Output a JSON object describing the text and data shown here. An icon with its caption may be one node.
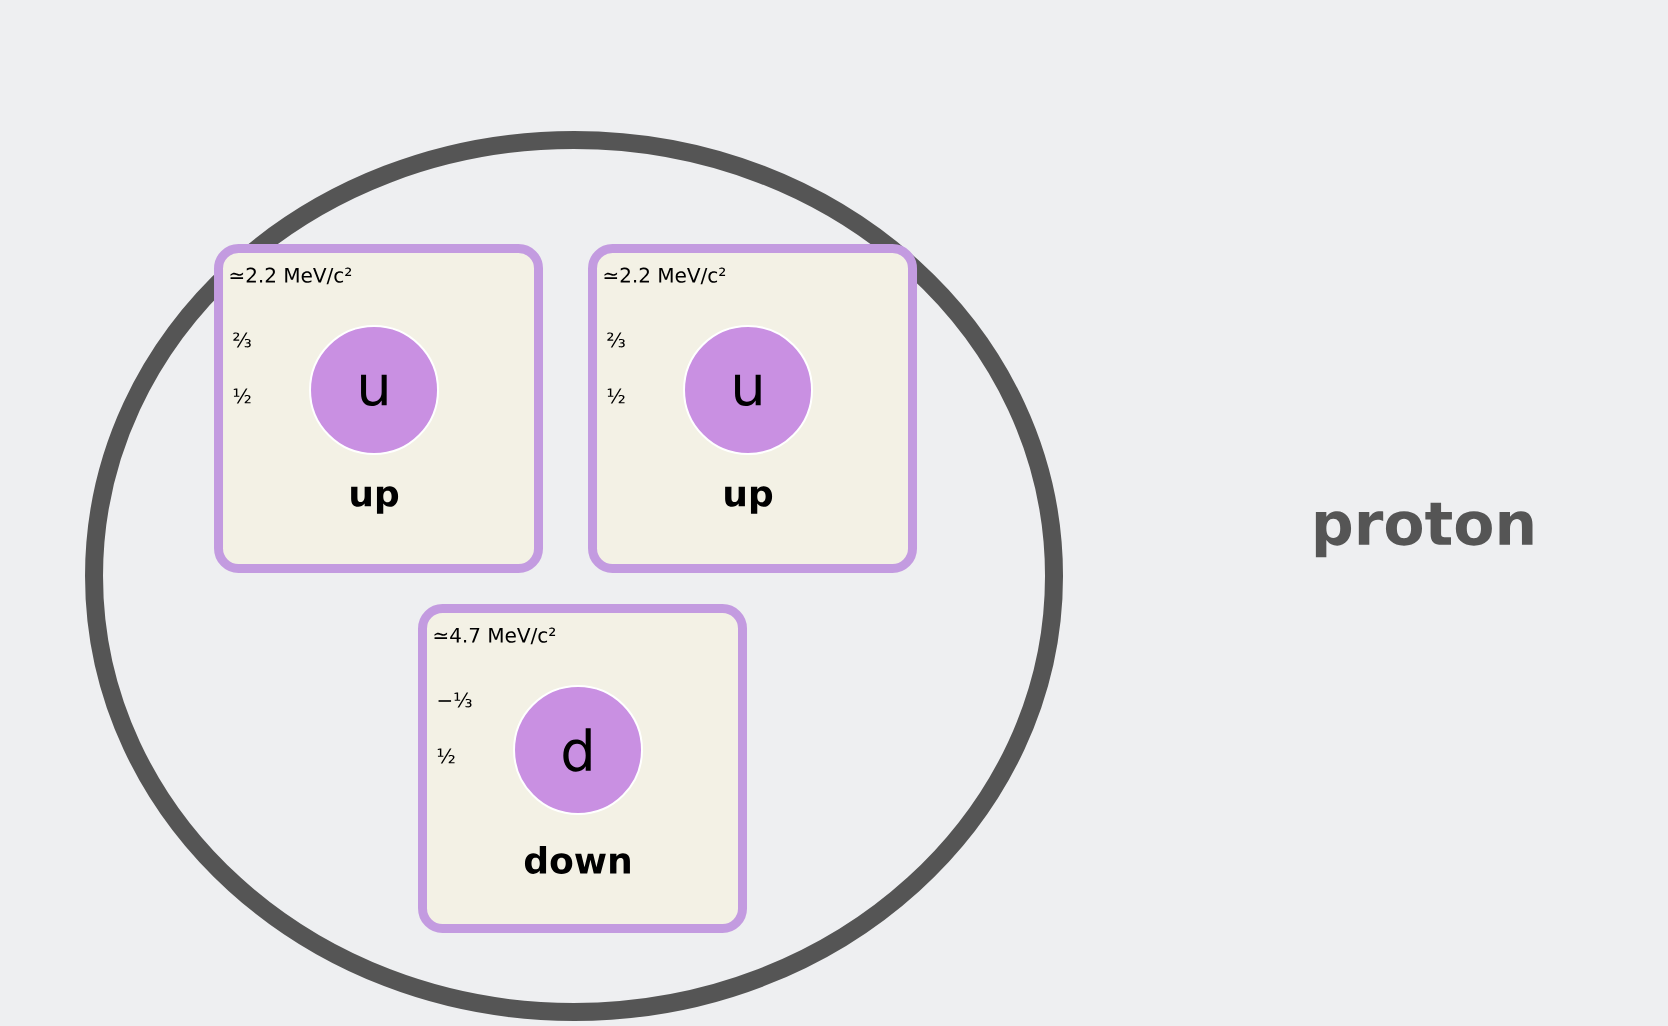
{
  "diagram": {
    "nodes": [
      {
        "text": [],
        "shape": "circle"
      },
      {
        "text": [
          "≃2.2 MeV/c²",
          "⅔",
          "½",
          "up"
        ],
        "in": 0
      },
      {
        "text": [
          "u"
        ],
        "in": 1
      },
      {
        "text": [
          "≃2.2 MeV/c²",
          "⅔",
          "½",
          "up"
        ],
        "in": 0
      },
      {
        "text": [
          "u"
        ],
        "in": 3
      },
      {
        "text": [
          "≃4.7 MeV/c²",
          "−⅓",
          "½",
          "down"
        ],
        "in": 0
      },
      {
        "text": [
          "d"
        ],
        "in": 5
      }
    ],
    "labels": [
      "proton"
    ]
  }
}
